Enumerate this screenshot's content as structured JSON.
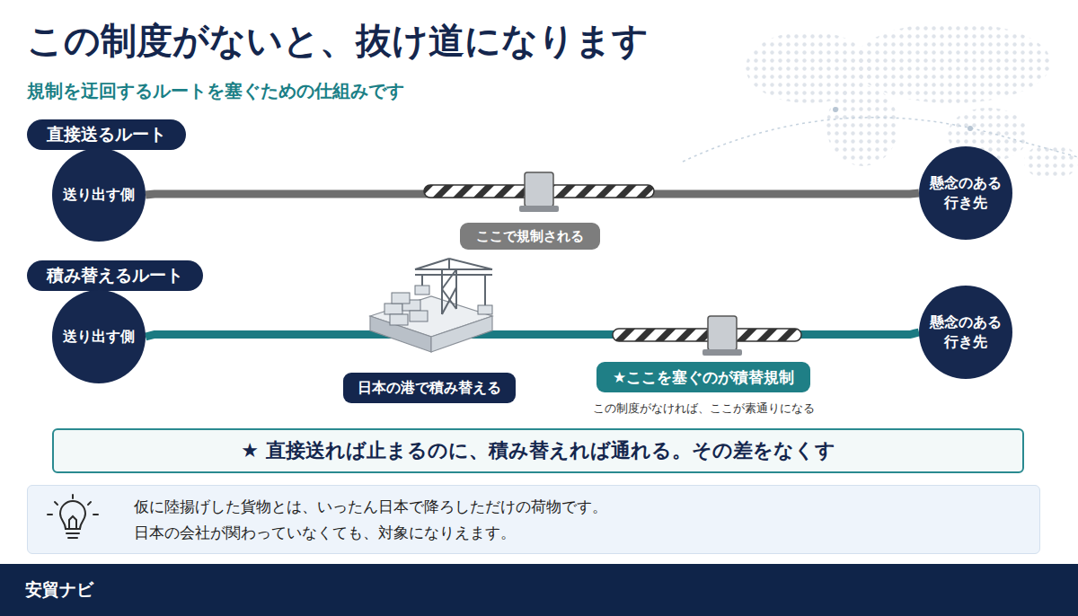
{
  "diagram": {
    "title": "この制度がないと、抜け道になります",
    "nodes": [
      {
        "text": [
          "直接送るルート"
        ]
      },
      {
        "text": [
          "送り出す側"
        ]
      },
      {
        "text": [
          "懸念のある 行き先"
        ]
      },
      {
        "text": [
          "ここで規制される"
        ]
      },
      {
        "text": [
          "積み替えるルート"
        ]
      },
      {
        "text": [
          "送り出す側"
        ]
      },
      {
        "text": [
          "懸念のある 行き先"
        ]
      },
      {
        "text": [
          "日本の港で積み替える"
        ]
      },
      {
        "text": [
          "★ここを塞ぐのが積替規制"
        ]
      },
      {
        "text": [
          "★ 直接送れば止まるのに、積み替えれば通れる。その差をなくす"
        ]
      },
      {
        "text": [
          "仮に陸揚げした貨物とは、いったん日本で降ろしただけの荷物です。",
          "日本の会社が関わっていなくても、対象になりえます。"
        ]
      },
      {
        "text": [
          "安貿ナビ"
        ]
      }
    ],
    "edges": [
      {
        "from": 1,
        "to": 2,
        "arrow": "none"
      },
      {
        "from": 5,
        "to": 6,
        "arrow": "none"
      }
    ],
    "labels": [
      "規制を迂回するルートを塞ぐための仕組みです",
      "この制度がなければ、ここが素通りになる"
    ]
  }
}
